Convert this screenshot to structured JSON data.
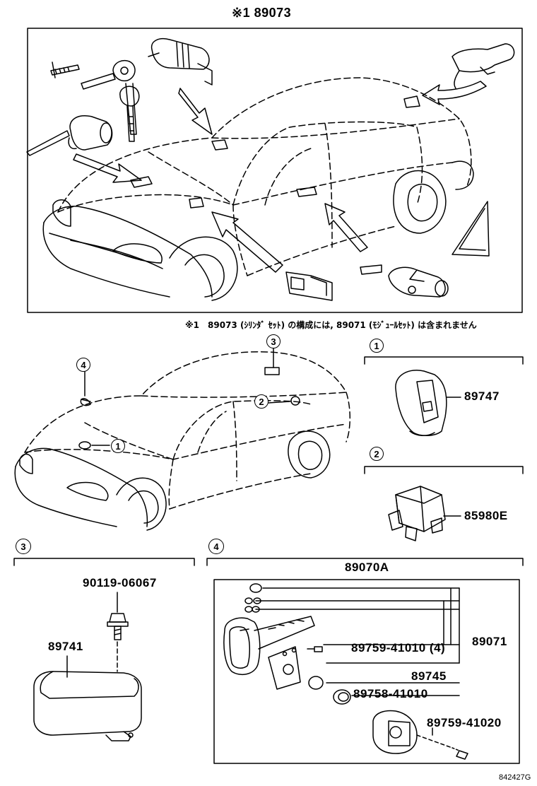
{
  "header": {
    "title": "※1 89073"
  },
  "note": "※1　89073 (ｼﾘﾝﾀﾞ ｾｯﾄ) の構成には, 89071 (ﾓｼﾞｭｰﾙｾｯﾄ) は含まれません",
  "callouts": [
    "1",
    "2",
    "3",
    "4"
  ],
  "sections": {
    "s1": {
      "marker": "1",
      "part": "89747"
    },
    "s2": {
      "marker": "2",
      "part": "85980E"
    },
    "s3": {
      "marker": "3",
      "bolt": "90119-06067",
      "part": "89741"
    },
    "s4": {
      "marker": "4",
      "assembly": "89070A",
      "module": "89071",
      "screw1": "89759-41010 (4)",
      "plate": "89745",
      "washer": "89758-41010",
      "screw2": "89759-41020"
    }
  },
  "footer": {
    "code": "842427G"
  }
}
